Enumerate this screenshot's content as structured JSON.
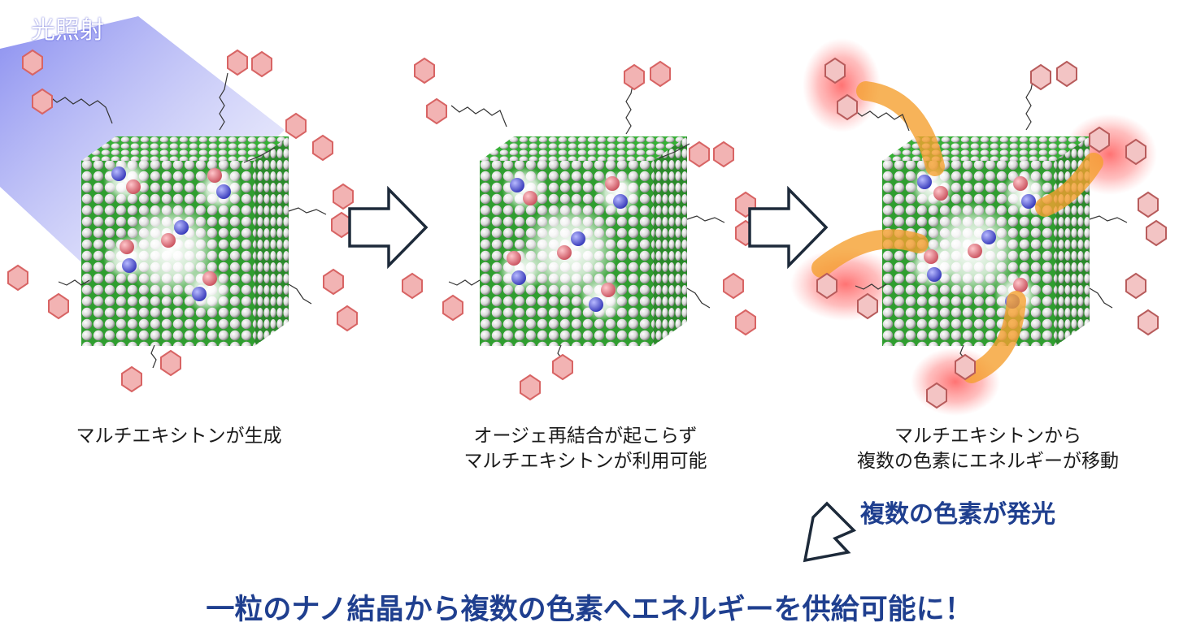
{
  "light_label": "光照射",
  "panels": [
    {
      "caption_lines": [
        "マルチエキシトンが生成"
      ]
    },
    {
      "caption_lines": [
        "オージェ再結合が起こらず",
        "マルチエキシトンが利用可能"
      ]
    },
    {
      "caption_lines": [
        "マルチエキシトンから",
        "複数の色素にエネルギーが移動"
      ]
    }
  ],
  "highlight_text": "複数の色素が発光",
  "conclusion_text": "一粒のナノ結晶から複数の色素へエネルギーを供給可能に！",
  "colors": {
    "accent_blue": "#1f3f8f",
    "light_beam": "#8a8ef0",
    "dye_red": "#e07070",
    "hole_red": "#e87a85",
    "electron_blue": "#5a5fe0",
    "energy_orange": "#f5a030",
    "lattice_green": "#3cc43c"
  }
}
